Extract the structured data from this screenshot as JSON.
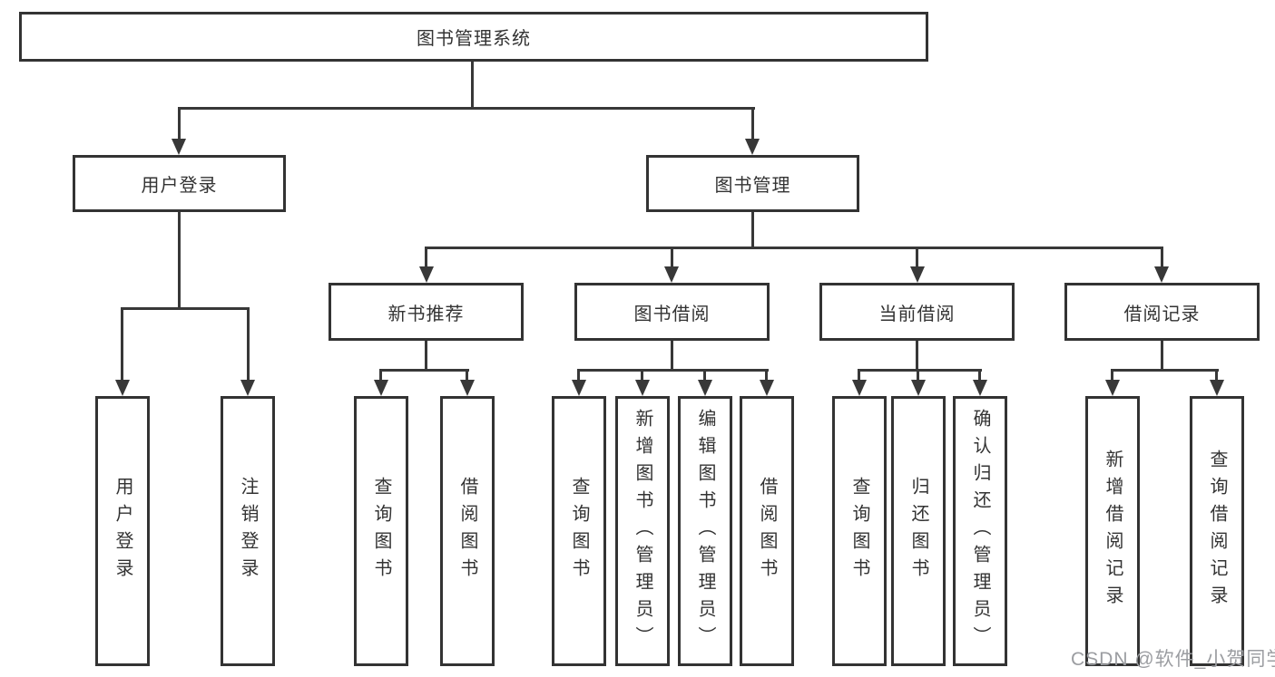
{
  "tree": {
    "root": {
      "label": "图书管理系统"
    },
    "user_login": {
      "label": "用户登录",
      "children": [
        {
          "label": "用户登录"
        },
        {
          "label": "注销登录"
        }
      ]
    },
    "book_mgmt": {
      "label": "图书管理",
      "groups": [
        {
          "label": "新书推荐",
          "children": [
            {
              "label": "查询图书"
            },
            {
              "label": "借阅图书"
            }
          ]
        },
        {
          "label": "图书借阅",
          "children": [
            {
              "label": "查询图书"
            },
            {
              "label": "新增图书（管理员）"
            },
            {
              "label": "编辑图书（管理员）"
            },
            {
              "label": "借阅图书"
            }
          ]
        },
        {
          "label": "当前借阅",
          "children": [
            {
              "label": "查询图书"
            },
            {
              "label": "归还图书"
            },
            {
              "label": "确认归还（管理员）"
            }
          ]
        },
        {
          "label": "借阅记录",
          "children": [
            {
              "label": "新增借阅记录"
            },
            {
              "label": "查询借阅记录"
            }
          ]
        }
      ]
    }
  },
  "watermark": {
    "text": "CSDN @软件_小贺同学"
  },
  "colors": {
    "line": "#383838",
    "border": "#333333",
    "text": "#333333",
    "watermark_text": "#9b9da1",
    "background": "#ffffff"
  }
}
